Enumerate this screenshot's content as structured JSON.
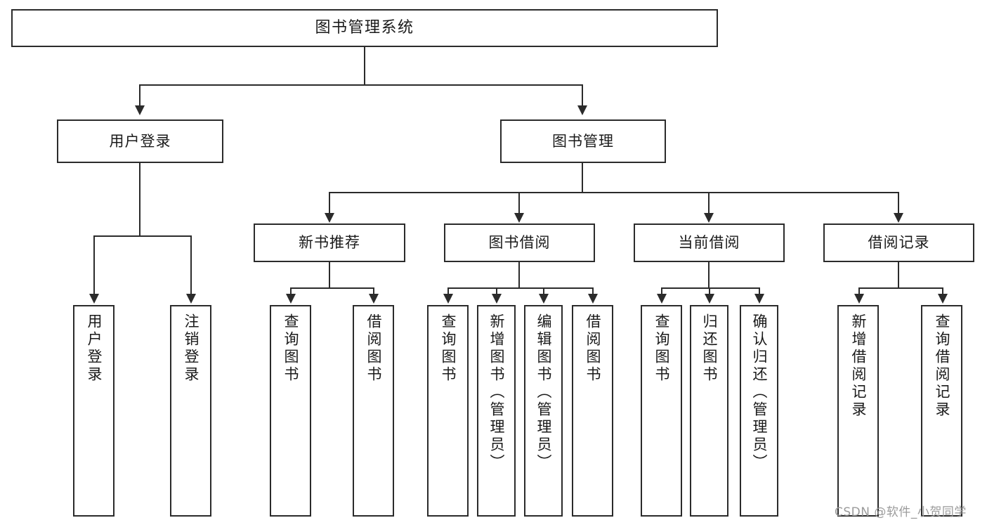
{
  "diagram": {
    "type": "tree",
    "title": "图书管理系统",
    "orientation": "top-down",
    "colors": {
      "box_border": "#2b2b2b",
      "box_fill": "#ffffff",
      "connector": "#2b2b2b",
      "text": "#1a1a1a",
      "watermark": "#9b9b9b",
      "background": "#ffffff"
    },
    "root": {
      "id": "root",
      "label": "图书管理系统"
    },
    "level2": [
      {
        "id": "user-login",
        "label": "用户登录"
      },
      {
        "id": "book-manage",
        "label": "图书管理"
      }
    ],
    "level3": [
      {
        "id": "new-book-rec",
        "label": "新书推荐",
        "parent": "book-manage"
      },
      {
        "id": "book-borrow",
        "label": "图书借阅",
        "parent": "book-manage"
      },
      {
        "id": "current-borrow",
        "label": "当前借阅",
        "parent": "book-manage"
      },
      {
        "id": "borrow-record",
        "label": "借阅记录",
        "parent": "book-manage"
      }
    ],
    "leaves": [
      {
        "id": "leaf-user-login",
        "label": "用户登录",
        "parent": "user-login"
      },
      {
        "id": "leaf-user-logout",
        "label": "注销登录",
        "parent": "user-login"
      },
      {
        "id": "leaf-query-book-1",
        "label": "查询图书",
        "parent": "new-book-rec"
      },
      {
        "id": "leaf-borrow-book-1",
        "label": "借阅图书",
        "parent": "new-book-rec"
      },
      {
        "id": "leaf-query-book-2",
        "label": "查询图书",
        "parent": "book-borrow"
      },
      {
        "id": "leaf-add-book",
        "label": "新增图书（管理员）",
        "parent": "book-borrow"
      },
      {
        "id": "leaf-edit-book",
        "label": "编辑图书（管理员）",
        "parent": "book-borrow"
      },
      {
        "id": "leaf-borrow-book-2",
        "label": "借阅图书",
        "parent": "book-borrow"
      },
      {
        "id": "leaf-query-book-3",
        "label": "查询图书",
        "parent": "current-borrow"
      },
      {
        "id": "leaf-return-book",
        "label": "归还图书",
        "parent": "current-borrow"
      },
      {
        "id": "leaf-confirm-return",
        "label": "确认归还（管理员）",
        "parent": "current-borrow"
      },
      {
        "id": "leaf-add-record",
        "label": "新增借阅记录",
        "parent": "borrow-record"
      },
      {
        "id": "leaf-query-record",
        "label": "查询借阅记录",
        "parent": "borrow-record"
      }
    ]
  },
  "watermark": {
    "text": "CSDN @软件_小贺同学"
  }
}
